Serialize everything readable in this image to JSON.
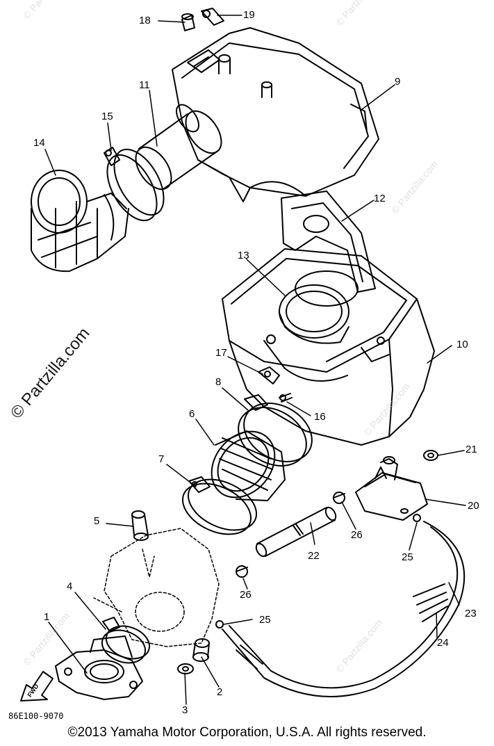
{
  "diagram": {
    "callouts": [
      "1",
      "2",
      "3",
      "4",
      "5",
      "6",
      "7",
      "8",
      "9",
      "10",
      "11",
      "12",
      "13",
      "14",
      "15",
      "16",
      "17",
      "18",
      "19",
      "20",
      "21",
      "22",
      "23",
      "24",
      "25",
      "25",
      "26",
      "26"
    ],
    "fwd_label": "FWD",
    "part_code": "86E100-9070",
    "watermark_main": "© Partzilla.com",
    "watermark_small": "© Partzilla.com",
    "copyright": "©2013  Yamaha Motor Corporation, U.S.A. All rights reserved."
  }
}
